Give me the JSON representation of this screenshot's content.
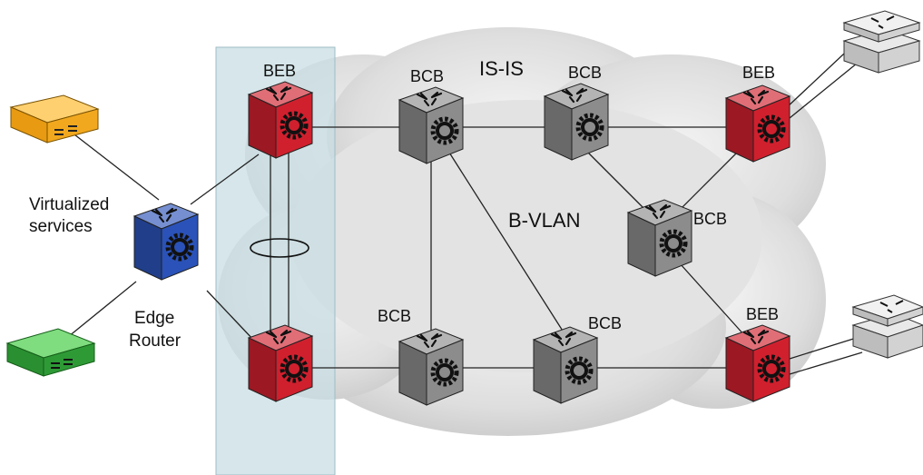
{
  "diagram": {
    "labels": {
      "isis": "IS-IS",
      "bvlan": "B-VLAN",
      "virtualized_services": [
        "Virtualized",
        "services"
      ],
      "edge_router": [
        "Edge",
        "Router"
      ],
      "beb_left_top": "BEB",
      "bcb_top_1": "BCB",
      "bcb_top_2": "BCB",
      "beb_right_top": "BEB",
      "bcb_middle_right": "BCB",
      "bcb_bottom_1": "BCB",
      "bcb_bottom_2": "BCB",
      "beb_right_bottom": "BEB"
    },
    "colors": {
      "beb": "#d0202e",
      "bcb": "#8c8c8c",
      "edge_router": "#2a52b8",
      "server_orange": "#f2a81e",
      "server_green": "#2e9a36",
      "access_switch": "#c8c8c8",
      "highlight_band": "#c8dde3",
      "cloud": "#d9d9d9"
    },
    "icons": {
      "node": "switch-cube-icon",
      "server": "server-appliance-icon",
      "access": "access-switch-icon",
      "lag": "link-aggregation-ellipse"
    }
  }
}
